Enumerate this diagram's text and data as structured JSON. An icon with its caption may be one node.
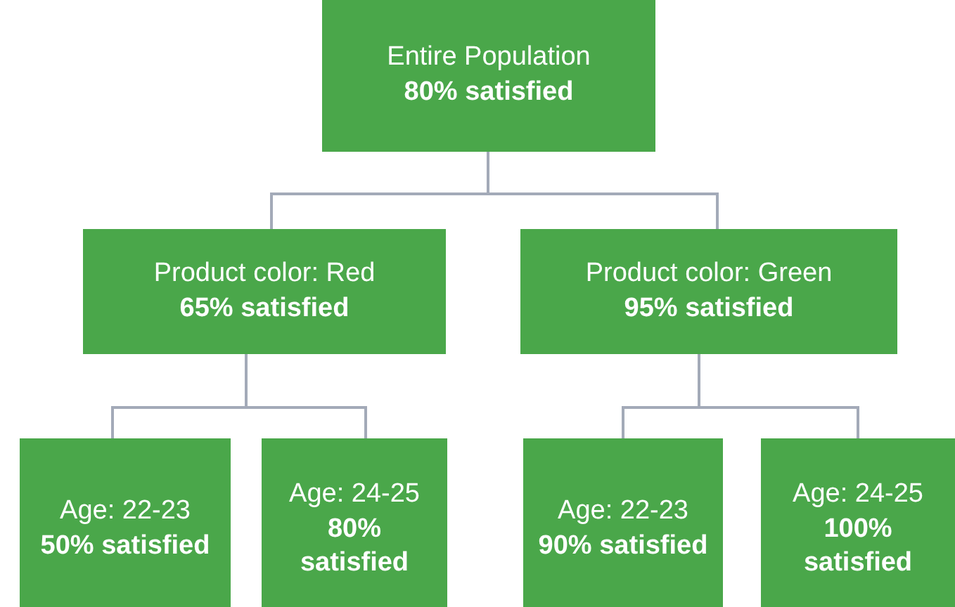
{
  "diagram": {
    "nodes": [
      {
        "text": [
          "Entire Population",
          "80% satisfied"
        ]
      },
      {
        "text": [
          "Product color: Red",
          "65% satisfied"
        ]
      },
      {
        "text": [
          "Product color: Green",
          "95% satisfied"
        ]
      },
      {
        "text": [
          "Age: 22-23",
          "50% satisfied"
        ]
      },
      {
        "text": [
          "Age: 24-25",
          "80% satisfied"
        ]
      },
      {
        "text": [
          "Age: 22-23",
          "90% satisfied"
        ]
      },
      {
        "text": [
          "Age: 24-25",
          "100% satisfied"
        ]
      }
    ],
    "edges": [
      {
        "from": 0,
        "to": 1,
        "arrow": "none"
      },
      {
        "from": 0,
        "to": 2,
        "arrow": "none"
      },
      {
        "from": 1,
        "to": 3,
        "arrow": "none"
      },
      {
        "from": 1,
        "to": 4,
        "arrow": "none"
      },
      {
        "from": 2,
        "to": 5,
        "arrow": "none"
      },
      {
        "from": 2,
        "to": 6,
        "arrow": "none"
      }
    ]
  }
}
